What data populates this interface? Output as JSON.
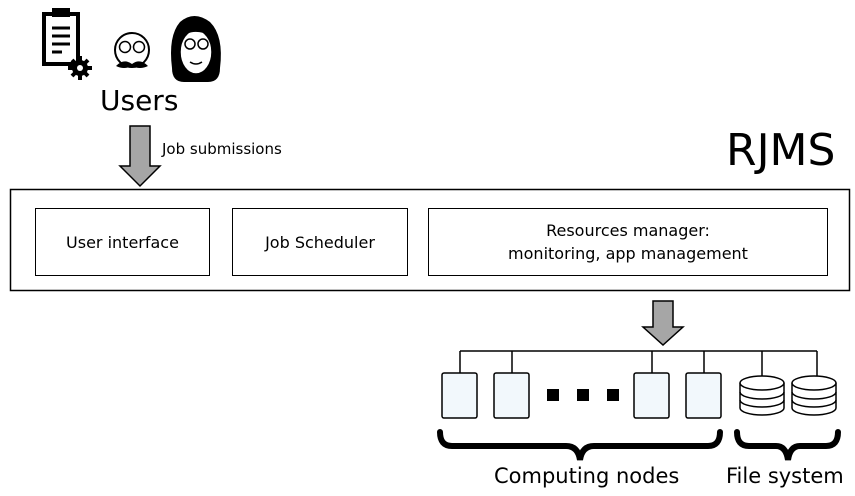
{
  "users": {
    "label": "Users"
  },
  "flow": {
    "submission_label": "Job submissions"
  },
  "rjms": {
    "title": "RJMS",
    "components": {
      "user_interface": "User interface",
      "job_scheduler": "Job Scheduler",
      "resources_manager_line1": "Resources manager:",
      "resources_manager_line2": "monitoring, app management"
    }
  },
  "infrastructure": {
    "computing_nodes_label": "Computing nodes",
    "file_system_label": "File system"
  },
  "colors": {
    "arrow_fill": "#a6a6a6",
    "node_fill": "#f2f8fc",
    "stroke": "#000000"
  },
  "icons": [
    "document-gear-icon",
    "mustache-face-icon",
    "woman-face-icon",
    "disk-storage-icon"
  ]
}
